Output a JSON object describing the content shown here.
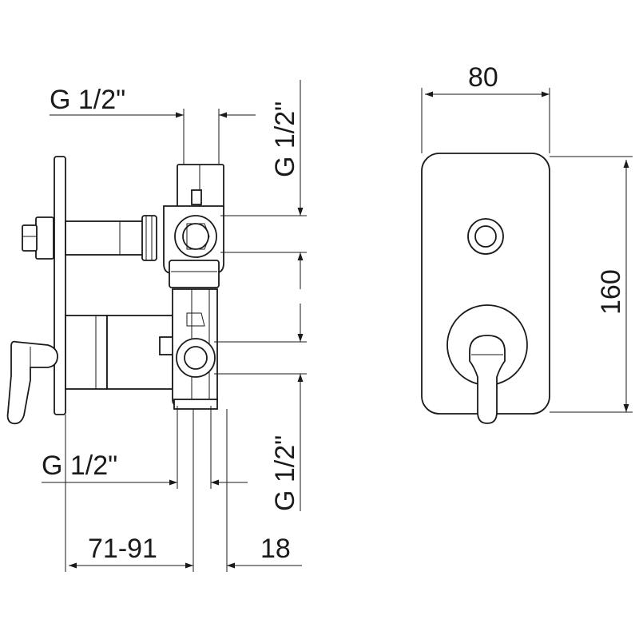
{
  "labels": {
    "thread_top_horizontal": "G 1/2\"",
    "thread_top_vertical": "G 1/2\"",
    "thread_bottom_horizontal": "G 1/2\"",
    "thread_bottom_vertical": "G 1/2\"",
    "width_plate": "80",
    "height_plate": "160",
    "depth_range": "71-91",
    "depth_fixed": "18"
  },
  "colors": {
    "line": "#1a1a1a",
    "background": "#ffffff"
  }
}
